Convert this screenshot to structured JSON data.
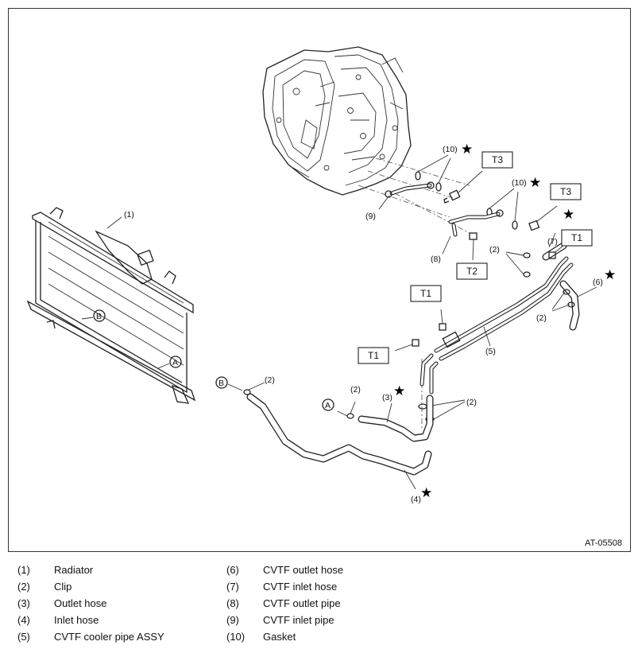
{
  "figure": {
    "code": "AT-05508",
    "callouts": {
      "n1": "(1)",
      "n2a": "(2)",
      "n2b": "(2)",
      "n2c": "(2)",
      "n2d": "(2)",
      "n2e": "(2)",
      "n3": "(3)",
      "n4": "(4)",
      "n5": "(5)",
      "n6": "(6)",
      "n7": "(7)",
      "n8": "(8)",
      "n9": "(9)",
      "n10a": "(10)",
      "n10b": "(10)"
    },
    "torque_boxes": {
      "t3a": "T3",
      "t3b": "T3",
      "t2": "T2",
      "t1a": "T1",
      "t1b": "T1",
      "t1c": "T1"
    },
    "markers": {
      "a1": "A",
      "a2": "A",
      "b1": "B",
      "b2": "B"
    },
    "star": "★"
  },
  "legend": [
    {
      "num": "(1)",
      "text": "Radiator"
    },
    {
      "num": "(2)",
      "text": "Clip"
    },
    {
      "num": "(3)",
      "text": "Outlet hose"
    },
    {
      "num": "(4)",
      "text": "Inlet hose"
    },
    {
      "num": "(5)",
      "text": "CVTF cooler pipe ASSY"
    },
    {
      "num": "(6)",
      "text": "CVTF outlet hose"
    },
    {
      "num": "(7)",
      "text": "CVTF inlet hose"
    },
    {
      "num": "(8)",
      "text": "CVTF outlet pipe"
    },
    {
      "num": "(9)",
      "text": "CVTF inlet pipe"
    },
    {
      "num": "(10)",
      "text": "Gasket"
    }
  ]
}
